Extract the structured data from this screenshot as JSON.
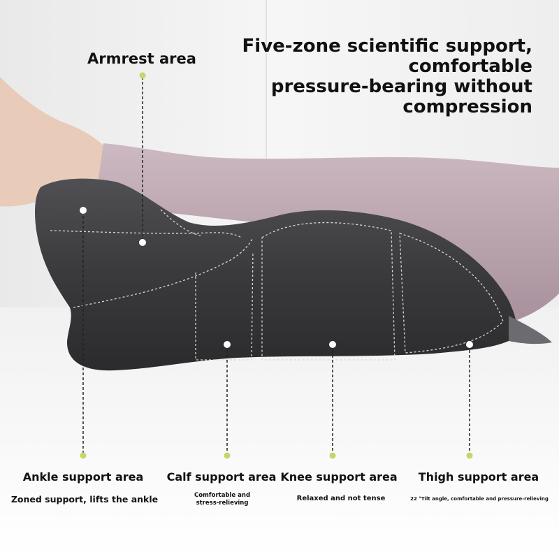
{
  "headline": [
    "Five-zone scientific support,",
    "comfortable",
    "pressure-bearing without",
    "compression"
  ],
  "armrest": {
    "label": "Armrest area"
  },
  "zones": [
    {
      "title": "Ankle support area",
      "desc": [
        "Zoned support, lifts the ankle"
      ]
    },
    {
      "title": "Calf support area",
      "desc": [
        "Comfortable and",
        "stress-relieving"
      ]
    },
    {
      "title": "Knee support area",
      "desc": [
        "Relaxed and not tense"
      ]
    },
    {
      "title": "Thigh support area",
      "desc": [
        "22 °Tilt angle, comfortable and pressure-relieving"
      ]
    }
  ],
  "colors": {
    "cushion": "#3a3a3c",
    "legging": "#c4afb8",
    "marker_dot": "#c9d46a",
    "stitching": "#d8d8d8"
  }
}
